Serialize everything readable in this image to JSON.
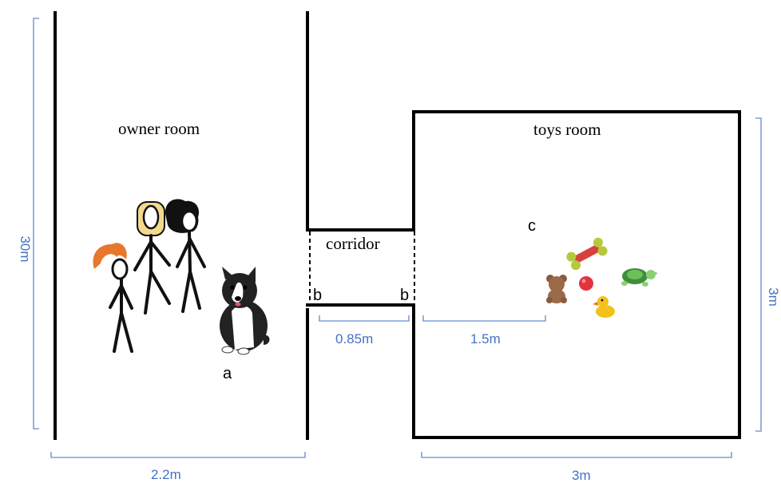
{
  "rooms": {
    "owner_room": "owner room",
    "toys_room": "toys room",
    "corridor": "corridor"
  },
  "points": {
    "a": "a",
    "b_left": "b",
    "b_right": "b",
    "c": "c"
  },
  "dimensions": {
    "owner_height": "30m",
    "owner_width": "2.2m",
    "corridor_width": "0.85m",
    "toys_offset": "1.5m",
    "toys_height": "3m",
    "toys_width": "3m"
  },
  "colors": {
    "dimension": "#4472c4",
    "wall": "#000000",
    "hair_orange": "#e8772e",
    "hair_blonde": "#f3d98b",
    "hair_black": "#111111"
  },
  "icons": [
    "person-icon",
    "dog-icon",
    "teddy-bear-icon",
    "ball-icon",
    "bone-toy-icon",
    "rubber-duck-icon",
    "turtle-toy-icon"
  ]
}
